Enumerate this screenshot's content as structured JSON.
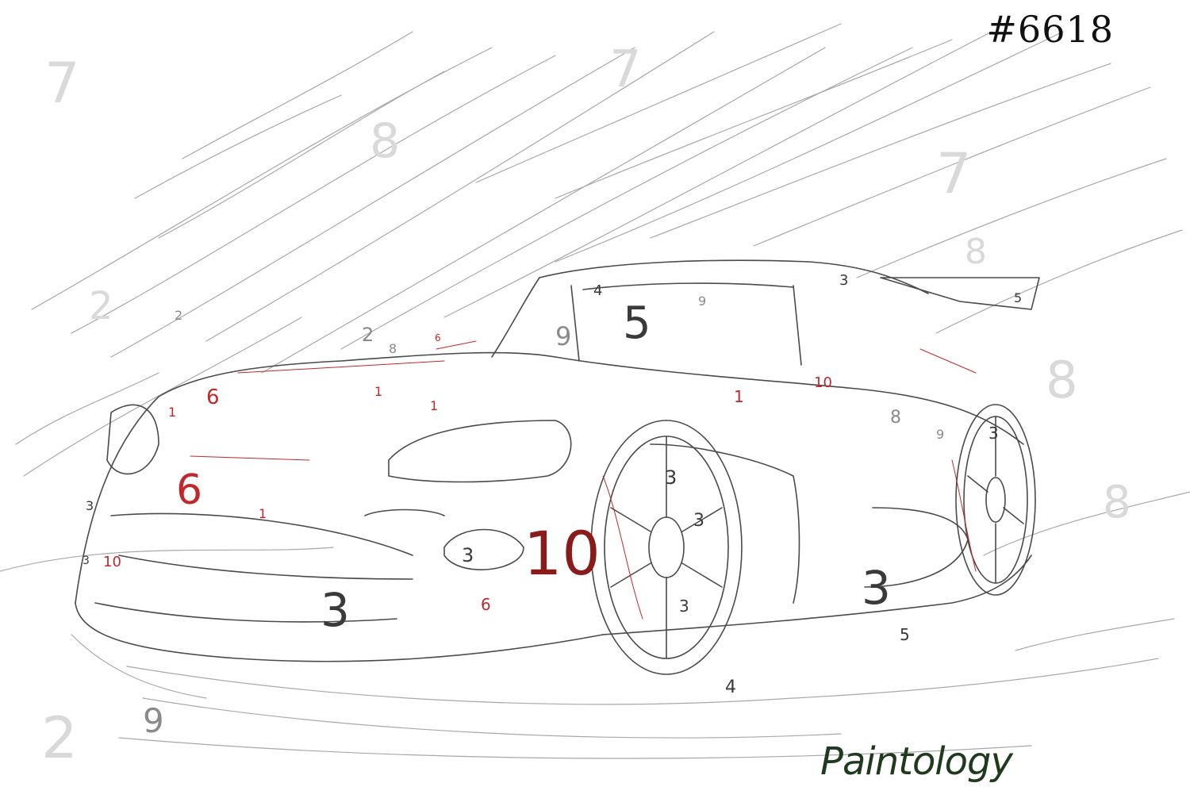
{
  "image_id_label": "#6618",
  "brand_logo": "Paintology",
  "colors": {
    "outline": "#9a9a9a",
    "outline_dark": "#444444",
    "accent_red": "#c0282b",
    "dark_red": "#8b1a1a",
    "ghost": "#d9d9d9",
    "brand_green": "#1f3a1f"
  },
  "region_numbers": [
    {
      "id": "n-5-windshield",
      "text": "5",
      "tone": "dark"
    },
    {
      "id": "n-9-windshield-left",
      "text": "9",
      "tone": "gray"
    },
    {
      "id": "n-4-roof",
      "text": "4",
      "tone": "dark"
    },
    {
      "id": "n-9-roof",
      "text": "9",
      "tone": "gray"
    },
    {
      "id": "n-3-roof",
      "text": "3",
      "tone": "dark"
    },
    {
      "id": "n-5-spoiler",
      "text": "5",
      "tone": "dark"
    },
    {
      "id": "n-6-hood",
      "text": "6",
      "tone": "red"
    },
    {
      "id": "n-6-front",
      "text": "6",
      "tone": "red"
    },
    {
      "id": "n-1-hood-a",
      "text": "1",
      "tone": "red"
    },
    {
      "id": "n-1-hood-b",
      "text": "1",
      "tone": "red"
    },
    {
      "id": "n-1-hood-c",
      "text": "1",
      "tone": "red"
    },
    {
      "id": "n-1-side",
      "text": "1",
      "tone": "red"
    },
    {
      "id": "n-1-bumper",
      "text": "1",
      "tone": "red"
    },
    {
      "id": "n-10-foglight",
      "text": "10",
      "tone": "darkred"
    },
    {
      "id": "n-10-left",
      "text": "10",
      "tone": "red"
    },
    {
      "id": "n-10-side",
      "text": "10",
      "tone": "red"
    },
    {
      "id": "n-3-bumper",
      "text": "3",
      "tone": "dark"
    },
    {
      "id": "n-3-fog",
      "text": "3",
      "tone": "dark"
    },
    {
      "id": "n-3-left",
      "text": "3",
      "tone": "dark"
    },
    {
      "id": "n-3-wheel-a",
      "text": "3",
      "tone": "dark"
    },
    {
      "id": "n-3-wheel-b",
      "text": "3",
      "tone": "dark"
    },
    {
      "id": "n-3-wheel-c",
      "text": "3",
      "tone": "dark"
    },
    {
      "id": "n-3-side",
      "text": "3",
      "tone": "dark"
    },
    {
      "id": "n-3-rear-wheel",
      "text": "3",
      "tone": "dark"
    },
    {
      "id": "n-6-lower",
      "text": "6",
      "tone": "red"
    },
    {
      "id": "n-6-top",
      "text": "6",
      "tone": "red"
    },
    {
      "id": "n-5-sill",
      "text": "5",
      "tone": "dark"
    },
    {
      "id": "n-4-ground",
      "text": "4",
      "tone": "dark"
    },
    {
      "id": "n-2-left",
      "text": "2",
      "tone": "ghost"
    },
    {
      "id": "n-2-bottom",
      "text": "2",
      "tone": "ghost"
    },
    {
      "id": "n-9-bottom",
      "text": "9",
      "tone": "gray"
    },
    {
      "id": "n-7-topleft",
      "text": "7",
      "tone": "ghost"
    },
    {
      "id": "n-7-top",
      "text": "7",
      "tone": "ghost"
    },
    {
      "id": "n-8-top",
      "text": "8",
      "tone": "ghost"
    },
    {
      "id": "n-7-right",
      "text": "7",
      "tone": "ghost"
    },
    {
      "id": "n-8-right-a",
      "text": "8",
      "tone": "ghost"
    },
    {
      "id": "n-8-right-b",
      "text": "8",
      "tone": "ghost"
    },
    {
      "id": "n-8-right-c",
      "text": "8",
      "tone": "ghost"
    },
    {
      "id": "n-2-mid",
      "text": "2",
      "tone": "gray"
    },
    {
      "id": "n-2-sky",
      "text": "2",
      "tone": "gray"
    },
    {
      "id": "n-8-mid",
      "text": "8",
      "tone": "gray"
    },
    {
      "id": "n-9-rear",
      "text": "9",
      "tone": "gray"
    },
    {
      "id": "n-8-rear",
      "text": "8",
      "tone": "gray"
    },
    {
      "id": "n-3-front-left",
      "text": "3",
      "tone": "dark"
    }
  ]
}
